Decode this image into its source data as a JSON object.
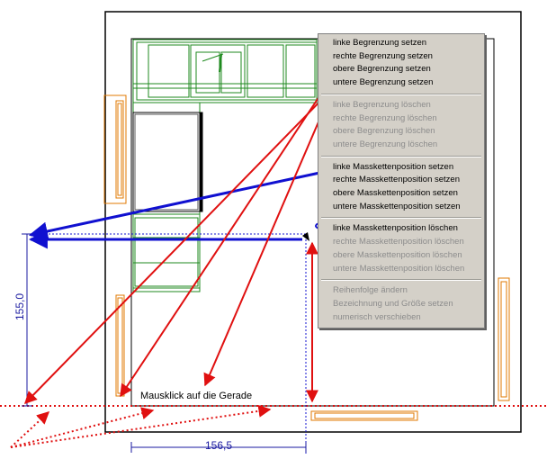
{
  "context_menu": {
    "groups": [
      [
        {
          "label": "linke Begrenzung setzen",
          "enabled": true
        },
        {
          "label": "rechte Begrenzung setzen",
          "enabled": true
        },
        {
          "label": "obere Begrenzung setzen",
          "enabled": true
        },
        {
          "label": "untere Begrenzung setzen",
          "enabled": true
        }
      ],
      [
        {
          "label": "linke Begrenzung löschen",
          "enabled": false
        },
        {
          "label": "rechte Begrenzung löschen",
          "enabled": false
        },
        {
          "label": "obere Begrenzung löschen",
          "enabled": false
        },
        {
          "label": "untere Begrenzung löschen",
          "enabled": false
        }
      ],
      [
        {
          "label": "linke Masskettenposition setzen",
          "enabled": true
        },
        {
          "label": "rechte Masskettenposition setzen",
          "enabled": true
        },
        {
          "label": "obere Masskettenposition setzen",
          "enabled": true
        },
        {
          "label": "untere Masskettenposition setzen",
          "enabled": true
        }
      ],
      [
        {
          "label": "linke Masskettenposition löschen",
          "enabled": true
        },
        {
          "label": "rechte Masskettenposition löschen",
          "enabled": false
        },
        {
          "label": "obere Masskettenposition löschen",
          "enabled": false
        },
        {
          "label": "untere Masskettenposition löschen",
          "enabled": false
        }
      ],
      [
        {
          "label": "Reihenfolge ändern",
          "enabled": false
        },
        {
          "label": "Bezeichnung und Größe setzen",
          "enabled": false
        },
        {
          "label": "numerisch verschieben",
          "enabled": false
        }
      ]
    ]
  },
  "hint_text": "Mausklick auf die Gerade",
  "dimensions": {
    "vertical": "155,0",
    "horizontal": "156,5"
  },
  "colors": {
    "cabinet": "#1f8a1f",
    "appliance": "#e07800",
    "dimension": "#1a1aa0",
    "annotation_red": "#e01010",
    "annotation_blue": "#1010d0",
    "menu_bg": "#d4d0c8"
  }
}
